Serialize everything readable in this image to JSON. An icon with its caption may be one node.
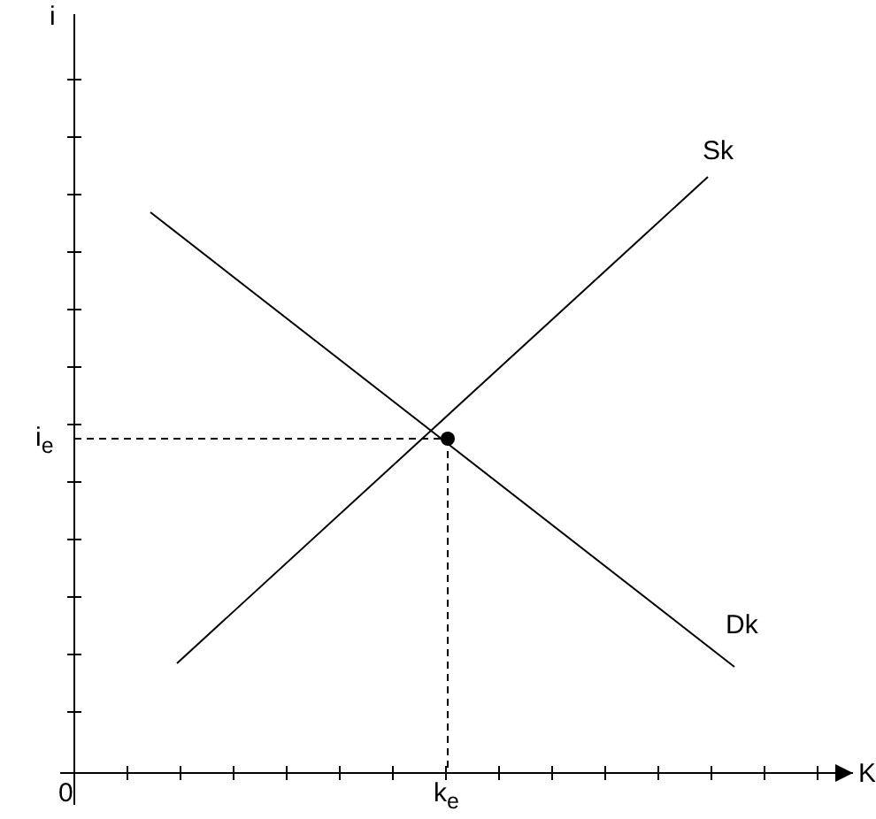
{
  "diagram": {
    "labels": [
      "i",
      "Sk",
      "i$_{e}$",
      "Dk",
      "0",
      "k$_{e}$",
      "K"
    ]
  }
}
